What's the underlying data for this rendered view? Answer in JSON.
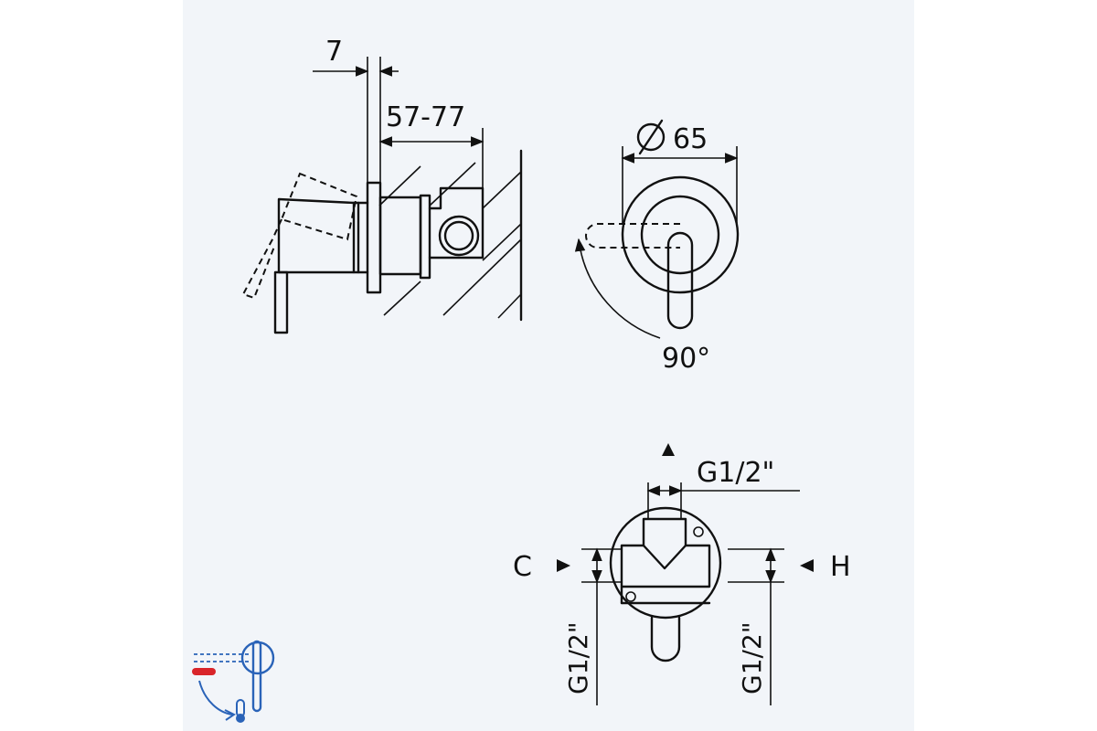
{
  "side_view": {
    "dim_offset": "7",
    "dim_depth": "57-77"
  },
  "front_view": {
    "dim_diameter": "65",
    "rotation_angle": "90°"
  },
  "rear_view": {
    "thread_top": "G1/2\"",
    "thread_left": "G1/2\"",
    "thread_right": "G1/2\"",
    "cold_inlet": "C",
    "hot_inlet": "H"
  },
  "icon": {
    "name": "single-lever-mixer-function-icon",
    "hot_color": "#d9252a",
    "cold_color": "#2a63b8"
  }
}
